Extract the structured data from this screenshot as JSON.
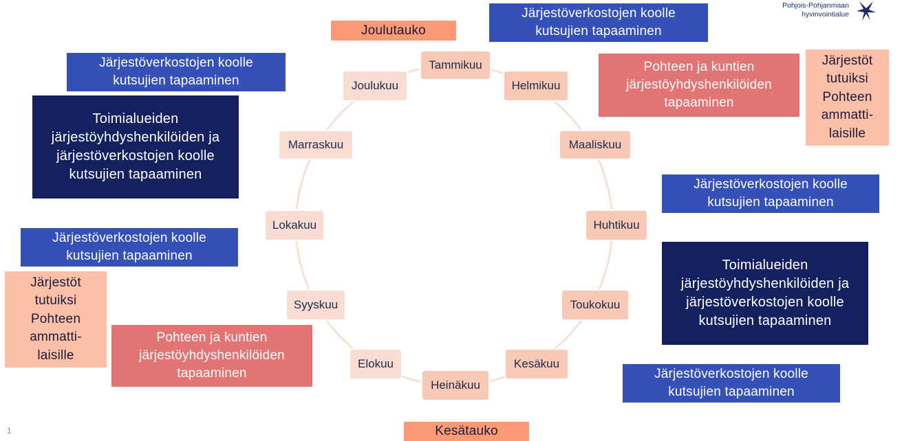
{
  "logo": {
    "line1": "Pohjois-Pohjanmaan",
    "line2": "hyvinvointialue",
    "icon": "star-logo-icon"
  },
  "page_number": "1",
  "months": {
    "tammikuu": "Tammikuu",
    "helmikuu": "Helmikuu",
    "maaliskuu": "Maaliskuu",
    "huhtikuu": "Huhtikuu",
    "toukokuu": "Toukokuu",
    "kesakuu": "Kesäkuu",
    "heinakuu": "Heinäkuu",
    "elokuu": "Elokuu",
    "syyskuu": "Syyskuu",
    "lokakuu": "Lokakuu",
    "marraskuu": "Marraskuu",
    "joulukuu": "Joulukuu"
  },
  "breaks": {
    "winter": "Joulutauko",
    "summer": "Kesätauko"
  },
  "notes": {
    "top_center": [
      "Järjestöverkostojen koolle",
      "kutsujien tapaaminen"
    ],
    "top_left": [
      "Järjestöverkostojen koolle",
      "kutsujien tapaaminen"
    ],
    "navy_left": [
      "Toimialueiden",
      "järjestöyhdyshenkilöiden ja",
      "järjestöverkostojen koolle",
      "kutsujien tapaaminen"
    ],
    "red_right": [
      "Pohteen ja kuntien",
      "järjestöyhdyshenkilöiden",
      "tapaaminen"
    ],
    "peach_right": [
      "Järjestöt",
      "tutuiksi",
      "Pohteen",
      "ammatti-",
      "laisille"
    ],
    "blue_right": [
      "Järjestöverkostojen koolle",
      "kutsujien tapaaminen"
    ],
    "navy_right": [
      "Toimialueiden",
      "järjestöyhdyshenkilöiden ja",
      "järjestöverkostojen koolle",
      "kutsujien tapaaminen"
    ],
    "blue_left2": [
      "Järjestöverkostojen koolle",
      "kutsujien tapaaminen"
    ],
    "peach_left": [
      "Järjestöt",
      "tutuiksi",
      "Pohteen",
      "ammatti-",
      "laisille"
    ],
    "red_left": [
      "Pohteen ja kuntien",
      "järjestöyhdyshenkilöiden",
      "tapaaminen"
    ],
    "blue_bottom": [
      "Järjestöverkostojen koolle",
      "kutsujien tapaaminen"
    ]
  },
  "colors": {
    "blue": "#3550b6",
    "navy": "#14215e",
    "red": "#e27574",
    "peach": "#fcbfa8",
    "orange": "#fc9a78",
    "month": "#f7c9b6"
  }
}
